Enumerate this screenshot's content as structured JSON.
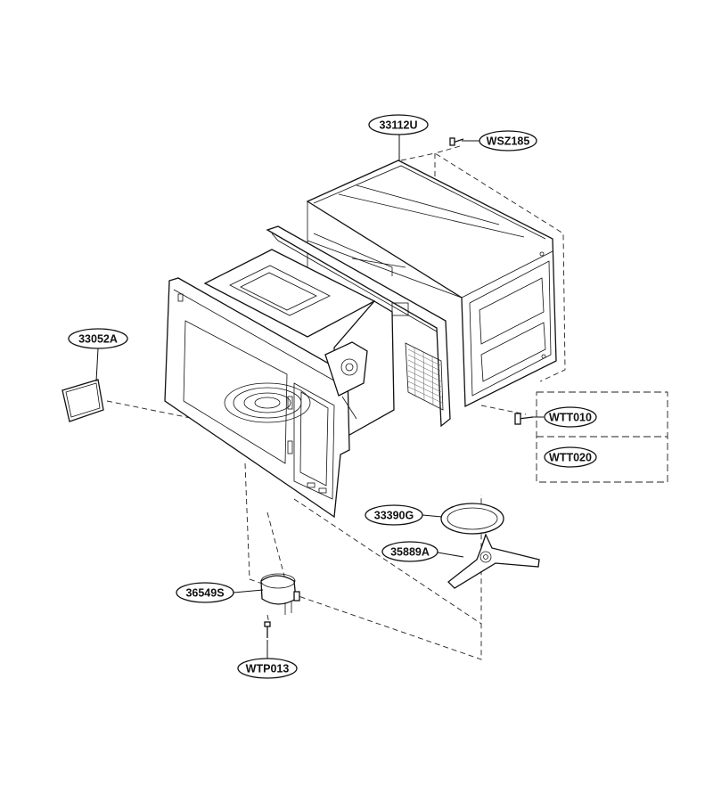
{
  "labels": {
    "outer_case": "33112U",
    "screw_top": "WSZ185",
    "cover_plate": "33052A",
    "screw_side_a": "WTT010",
    "screw_side_b": "WTT020",
    "roller_ring": "33390G",
    "coupler": "35889A",
    "motor": "36549S",
    "screw_bottom": "WTP013"
  }
}
